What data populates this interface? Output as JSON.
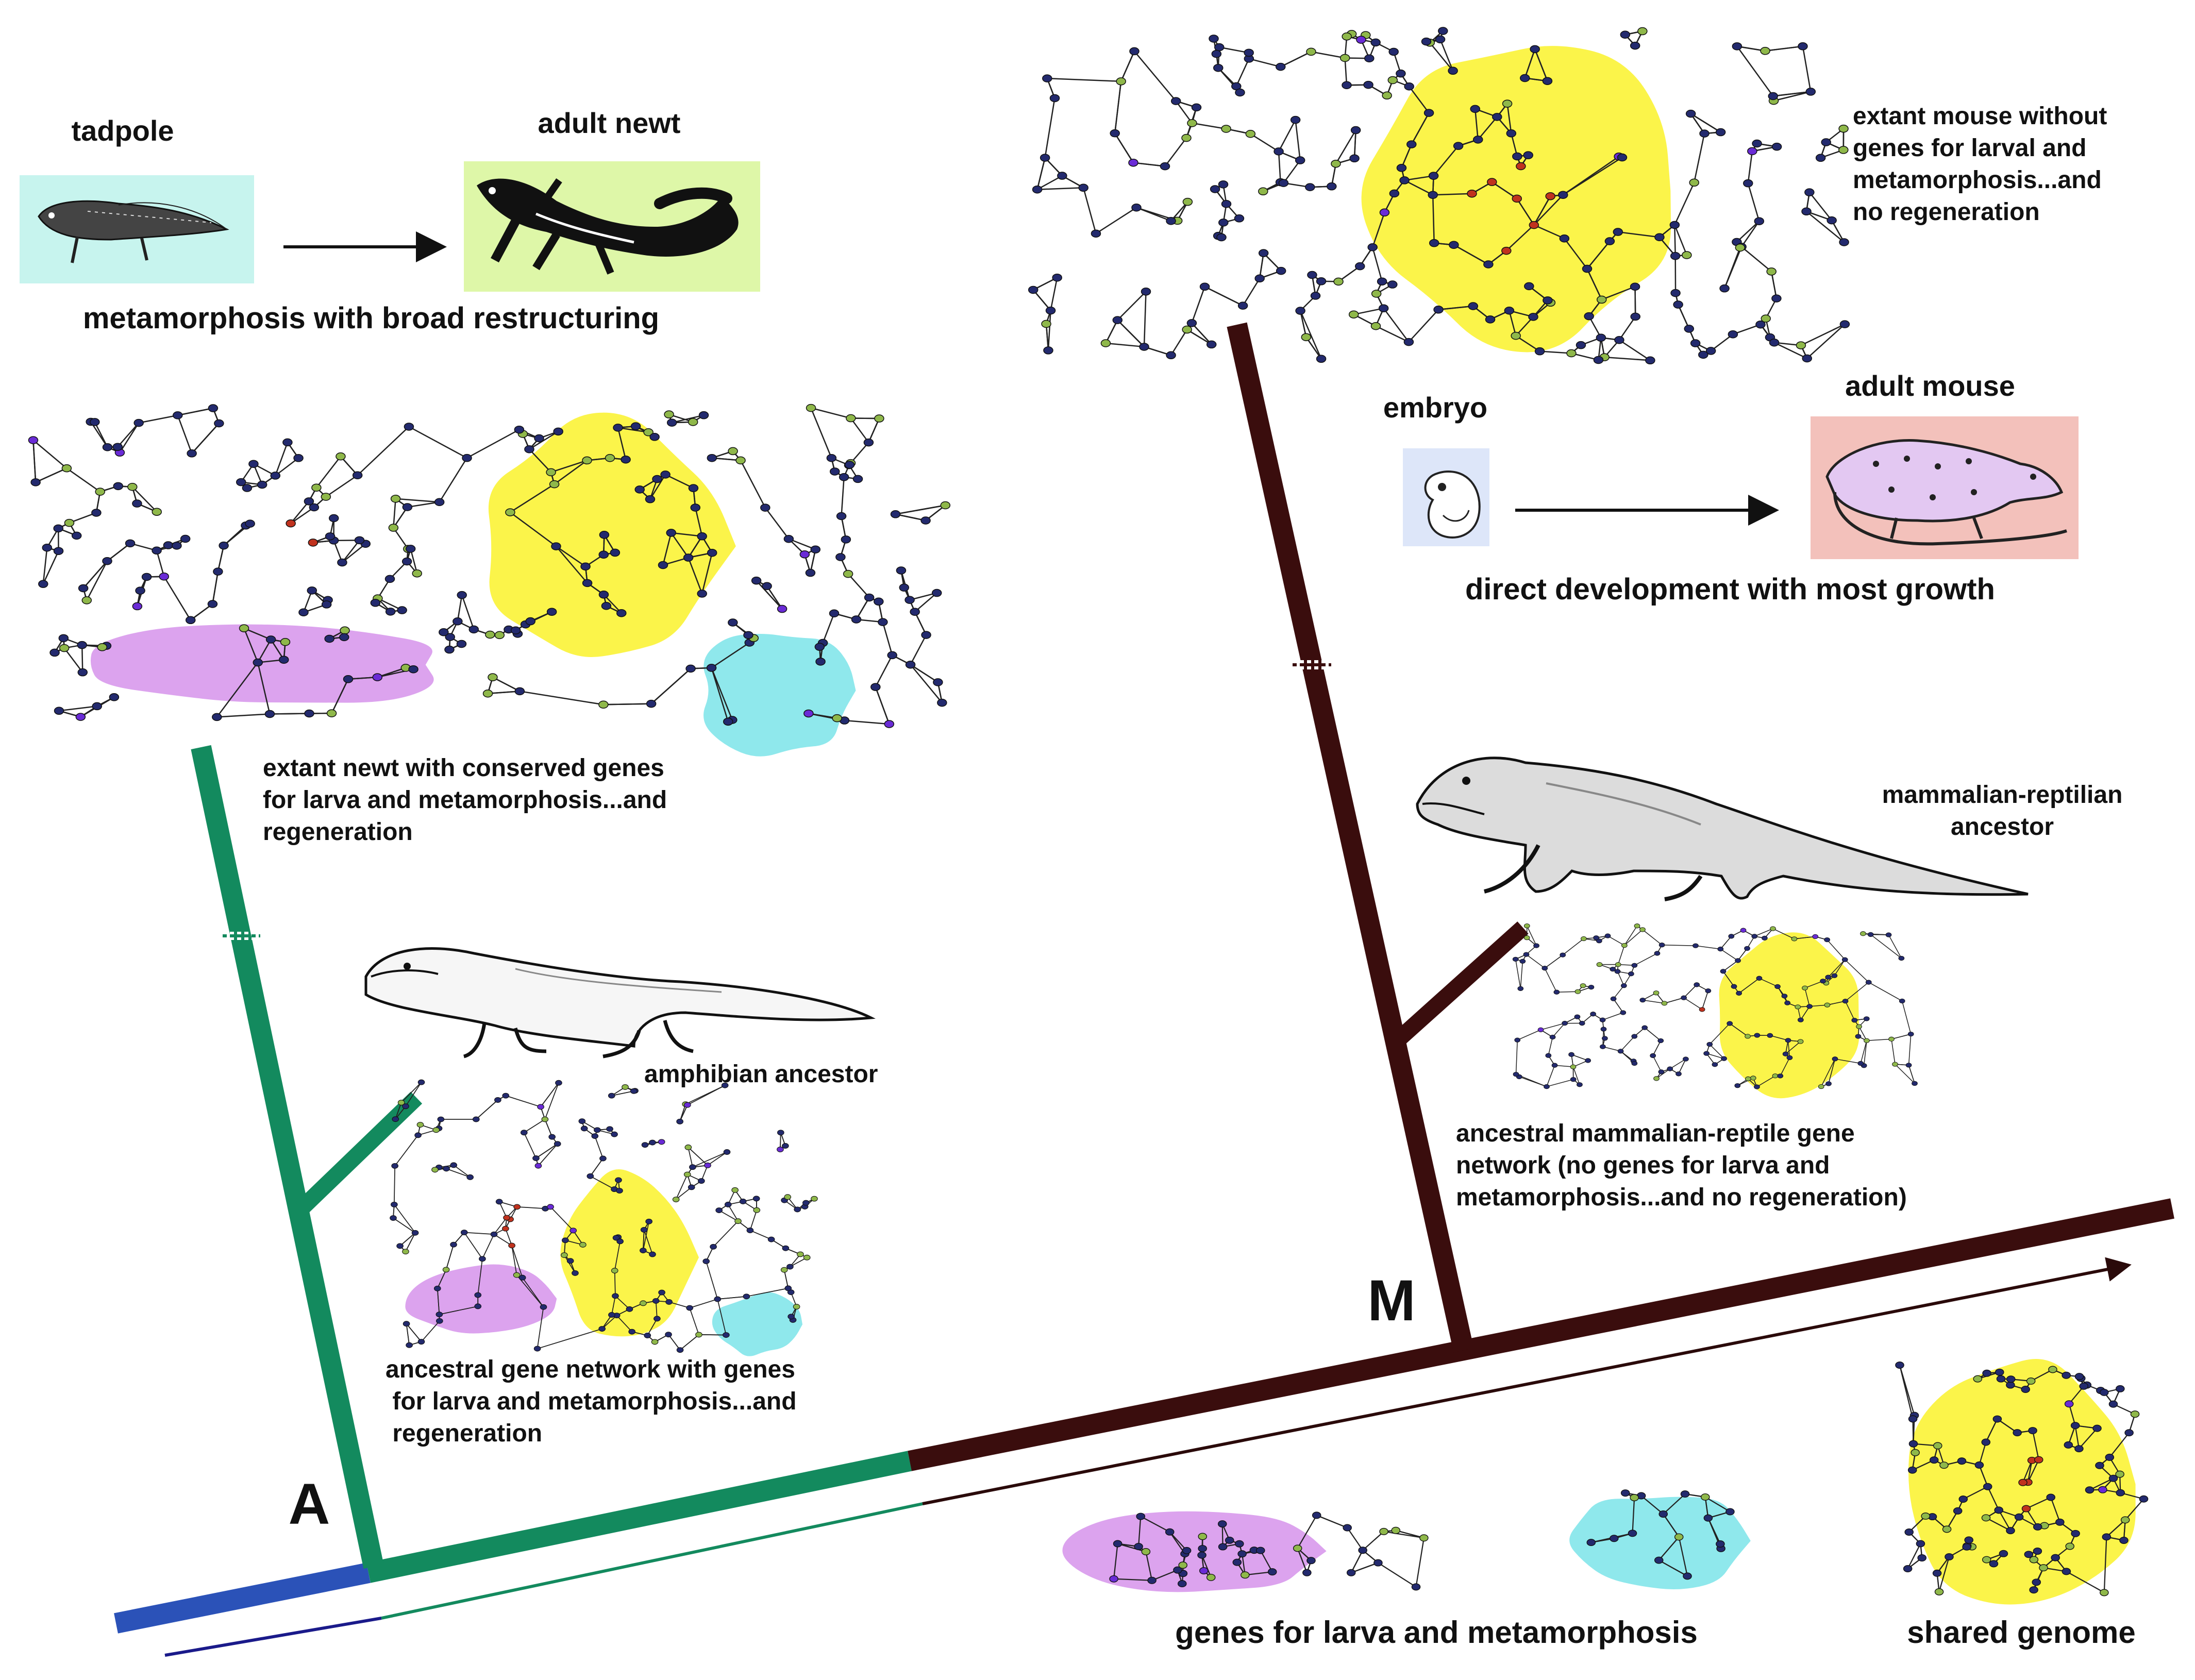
{
  "labels": {
    "tadpole": "tadpole",
    "adult_newt": "adult newt",
    "metamorphosis": "metamorphosis with broad restructuring",
    "extant_mouse": [
      "extant mouse without",
      "genes for larval and",
      "metamorphosis...and",
      "no regeneration"
    ],
    "embryo": "embryo",
    "adult_mouse": "adult mouse",
    "direct_development": "direct development with most growth",
    "extant_newt": [
      "extant newt with conserved genes",
      "for larva and metamorphosis...and",
      "regeneration"
    ],
    "mammalian_reptilian": [
      "mammalian-reptilian",
      "ancestor"
    ],
    "amphibian_ancestor": "amphibian ancestor",
    "ancestral_mammalian_reptile": [
      "ancestral mammalian-reptile gene",
      "network (no genes for larva and",
      "metamorphosis...and no regeneration)"
    ],
    "ancestral_gene_network": [
      "ancestral gene network with genes",
      " for larva and metamorphosis...and",
      " regeneration"
    ],
    "branch_a": "A",
    "branch_m": "M",
    "genes_larva": "genes for larva and metamorphosis",
    "shared_genome": "shared genome"
  },
  "icons": {
    "tadpole": "tadpole-illustration",
    "adult_newt": "newt-illustration",
    "embryo": "mouse-embryo-illustration",
    "adult_mouse": "mouse-illustration",
    "amphibian": "amphibian-ancestor-illustration",
    "reptile": "mammalian-reptilian-ancestor-illustration"
  },
  "colors": {
    "amphibian_branch": "#138a5e",
    "mammal_branch": "#3a0d0d",
    "root_branch": "#2b52b8",
    "shared_genome": "#fbf44a",
    "larva_genes": "#dca3ee",
    "regeneration_genes": "#8fe8ec",
    "node_dark": "#232a6e",
    "node_green": "#8fb84a",
    "node_red": "#c0321e",
    "node_purple": "#6a2bd6",
    "tadpole_bg": "#c7f4ee",
    "newt_bg": "#def7a8",
    "mouse_bg": "#f3c1bb",
    "embryo_bg": "#dde6f9"
  }
}
